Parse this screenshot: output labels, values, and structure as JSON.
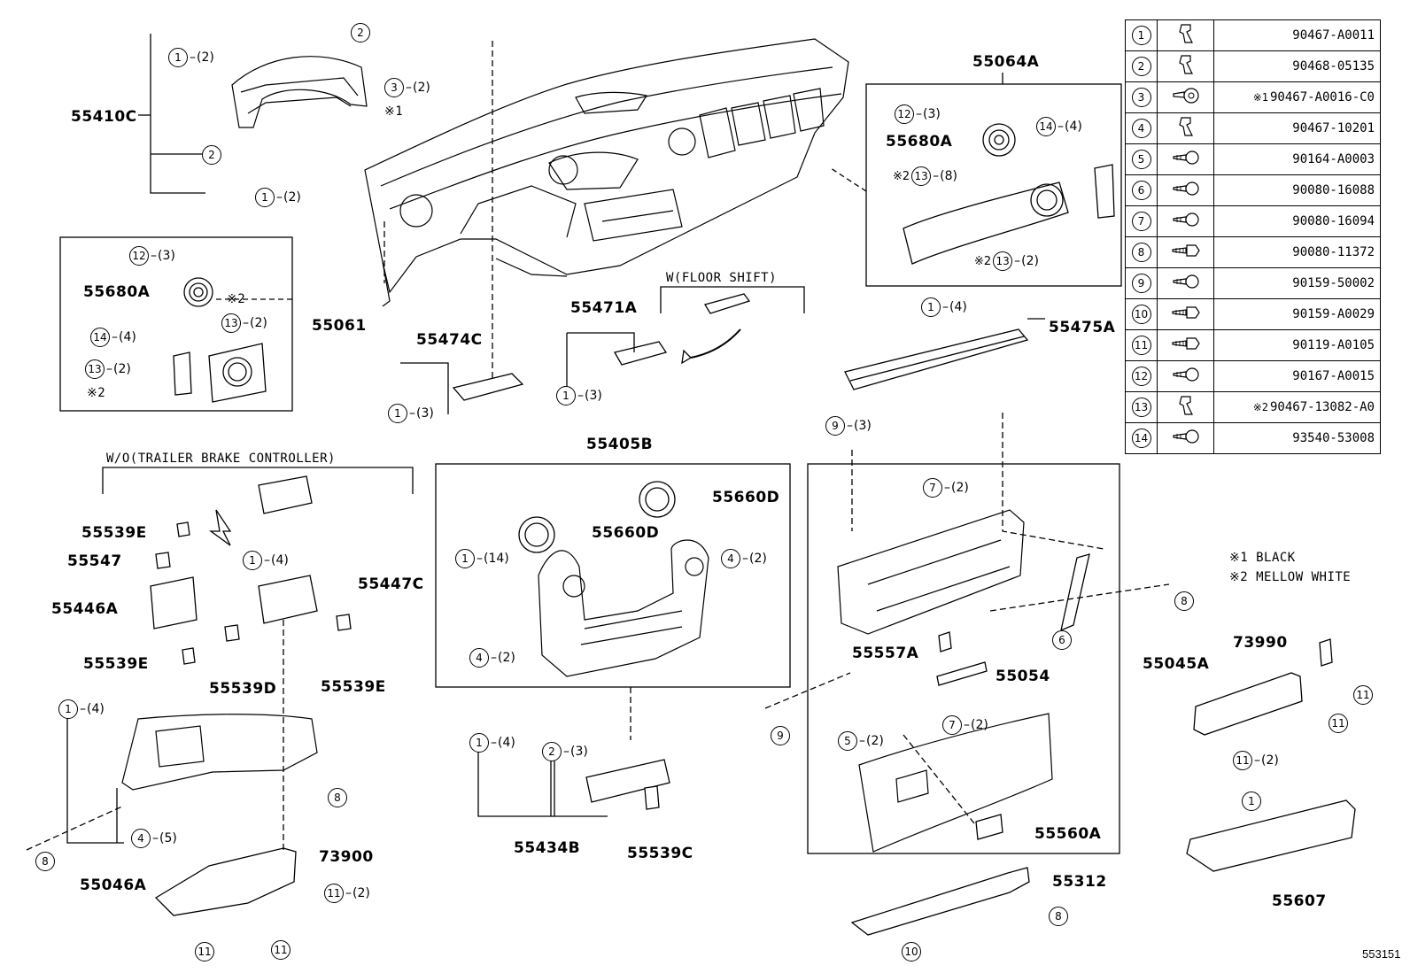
{
  "legend": {
    "rows": [
      {
        "ref": "1",
        "fastener_icon": "clip-icon",
        "mark": "",
        "part": "90467-A0011"
      },
      {
        "ref": "2",
        "fastener_icon": "clip-icon",
        "mark": "",
        "part": "90468-05135"
      },
      {
        "ref": "3",
        "fastener_icon": "screw-grommet-icon",
        "mark": "※1",
        "part": "90467-A0016-C0"
      },
      {
        "ref": "4",
        "fastener_icon": "clip-icon",
        "mark": "",
        "part": "90467-10201"
      },
      {
        "ref": "5",
        "fastener_icon": "screw-icon",
        "mark": "",
        "part": "90164-A0003"
      },
      {
        "ref": "6",
        "fastener_icon": "screw-icon",
        "mark": "",
        "part": "90080-16088"
      },
      {
        "ref": "7",
        "fastener_icon": "screw-icon",
        "mark": "",
        "part": "90080-16094"
      },
      {
        "ref": "8",
        "fastener_icon": "bolt-icon",
        "mark": "",
        "part": "90080-11372"
      },
      {
        "ref": "9",
        "fastener_icon": "screw-icon",
        "mark": "",
        "part": "90159-50002"
      },
      {
        "ref": "10",
        "fastener_icon": "bolt-icon",
        "mark": "",
        "part": "90159-A0029"
      },
      {
        "ref": "11",
        "fastener_icon": "bolt-icon",
        "mark": "",
        "part": "90119-A0105"
      },
      {
        "ref": "12",
        "fastener_icon": "screw-icon",
        "mark": "",
        "part": "90167-A0015"
      },
      {
        "ref": "13",
        "fastener_icon": "clip-icon",
        "mark": "※2",
        "part": "90467-13082-A0"
      },
      {
        "ref": "14",
        "fastener_icon": "screw-icon",
        "mark": "",
        "part": "93540-53008"
      }
    ]
  },
  "notes": {
    "n1": "※1 BLACK",
    "n2": "※2 MELLOW WHITE"
  },
  "conditions": {
    "floor_shift": "W(FLOOR SHIFT)",
    "trailer": "W/O(TRAILER BRAKE CONTROLLER)"
  },
  "diagram_id": "553151",
  "part_numbers": [
    "55410C",
    "55064A",
    "55680A",
    "55680A",
    "55061",
    "55471A",
    "55474C",
    "55475A",
    "55405B",
    "55660D",
    "55660D",
    "55539E",
    "55547",
    "55447C",
    "55446A",
    "55539E",
    "55539D",
    "55539E",
    "55557A",
    "55054",
    "55045A",
    "73990",
    "55434B",
    "55539C",
    "55560A",
    "55046A",
    "73900",
    "55312",
    "55607"
  ],
  "callouts": [
    {
      "num": "2",
      "qty": "",
      "mark": ""
    },
    {
      "num": "1",
      "qty": "2",
      "mark": ""
    },
    {
      "num": "3",
      "qty": "2",
      "mark": ""
    },
    {
      "num": "2",
      "qty": "",
      "mark": ""
    },
    {
      "num": "1",
      "qty": "2",
      "mark": ""
    },
    {
      "num": "12",
      "qty": "3",
      "mark": ""
    },
    {
      "num": "13",
      "qty": "2",
      "mark": ""
    },
    {
      "num": "14",
      "qty": "4",
      "mark": ""
    },
    {
      "num": "13",
      "qty": "2",
      "mark": ""
    },
    {
      "num": "12",
      "qty": "3",
      "mark": ""
    },
    {
      "num": "14",
      "qty": "4",
      "mark": ""
    },
    {
      "num": "13",
      "qty": "8",
      "mark": "※2"
    },
    {
      "num": "13",
      "qty": "2",
      "mark": "※2"
    },
    {
      "num": "1",
      "qty": "4",
      "mark": ""
    },
    {
      "num": "1",
      "qty": "3",
      "mark": ""
    },
    {
      "num": "1",
      "qty": "3",
      "mark": ""
    },
    {
      "num": "9",
      "qty": "3",
      "mark": ""
    },
    {
      "num": "7",
      "qty": "2",
      "mark": ""
    },
    {
      "num": "1",
      "qty": "4",
      "mark": ""
    },
    {
      "num": "1",
      "qty": "14",
      "mark": ""
    },
    {
      "num": "4",
      "qty": "2",
      "mark": ""
    },
    {
      "num": "4",
      "qty": "2",
      "mark": ""
    },
    {
      "num": "8",
      "qty": "",
      "mark": ""
    },
    {
      "num": "6",
      "qty": "",
      "mark": ""
    },
    {
      "num": "7",
      "qty": "2",
      "mark": ""
    },
    {
      "num": "9",
      "qty": "",
      "mark": ""
    },
    {
      "num": "11",
      "qty": "",
      "mark": ""
    },
    {
      "num": "11",
      "qty": "",
      "mark": ""
    },
    {
      "num": "11",
      "qty": "2",
      "mark": ""
    },
    {
      "num": "1",
      "qty": "4",
      "mark": ""
    },
    {
      "num": "8",
      "qty": "",
      "mark": ""
    },
    {
      "num": "4",
      "qty": "5",
      "mark": ""
    },
    {
      "num": "8",
      "qty": "",
      "mark": ""
    },
    {
      "num": "1",
      "qty": "4",
      "mark": ""
    },
    {
      "num": "2",
      "qty": "3",
      "mark": ""
    },
    {
      "num": "5",
      "qty": "2",
      "mark": ""
    },
    {
      "num": "1",
      "qty": "",
      "mark": ""
    },
    {
      "num": "11",
      "qty": "2",
      "mark": ""
    },
    {
      "num": "11",
      "qty": "",
      "mark": ""
    },
    {
      "num": "11",
      "qty": "",
      "mark": ""
    },
    {
      "num": "8",
      "qty": "",
      "mark": ""
    },
    {
      "num": "10",
      "qty": "",
      "mark": ""
    }
  ]
}
